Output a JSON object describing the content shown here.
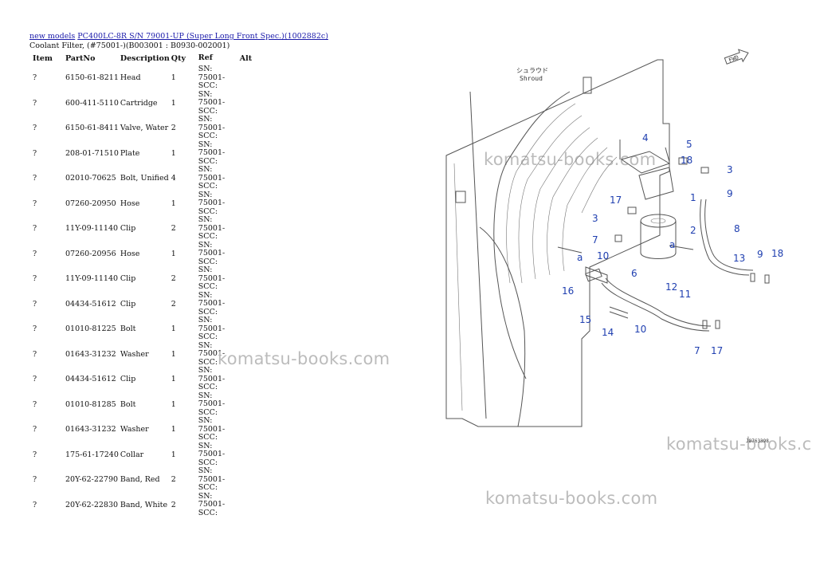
{
  "breadcrumb": {
    "root_link": "new models",
    "model_link": "PC400LC-8R S/N 79001-UP (Super Long Front Spec.)(1002882c)"
  },
  "subtitle": "Coolant Filter, (#75001-)(B003001 : B0930-002001)",
  "table": {
    "headers": [
      "Item",
      "PartNo",
      "Description",
      "Qty",
      "Ref",
      "Alt"
    ],
    "rows": [
      {
        "item": "?",
        "part": "6150-61-8211",
        "desc": "Head",
        "qty": "1",
        "ref": "SN: 75001-SCC:",
        "alt": ""
      },
      {
        "item": "?",
        "part": "600-411-5110",
        "desc": "Cartridge",
        "qty": "1",
        "ref": "SN: 75001-SCC:",
        "alt": ""
      },
      {
        "item": "?",
        "part": "6150-61-8411",
        "desc": "Valve, Water",
        "qty": "2",
        "ref": "SN: 75001-SCC:",
        "alt": ""
      },
      {
        "item": "?",
        "part": "208-01-71510",
        "desc": "Plate",
        "qty": "1",
        "ref": "SN: 75001-SCC:",
        "alt": ""
      },
      {
        "item": "?",
        "part": "02010-70625",
        "desc": "Bolt, Unified",
        "qty": "4",
        "ref": "SN: 75001-SCC:",
        "alt": ""
      },
      {
        "item": "?",
        "part": "07260-20950",
        "desc": "Hose",
        "qty": "1",
        "ref": "SN: 75001-SCC:",
        "alt": ""
      },
      {
        "item": "?",
        "part": "11Y-09-11140",
        "desc": "Clip",
        "qty": "2",
        "ref": "SN: 75001-SCC:",
        "alt": ""
      },
      {
        "item": "?",
        "part": "07260-20956",
        "desc": "Hose",
        "qty": "1",
        "ref": "SN: 75001-SCC:",
        "alt": ""
      },
      {
        "item": "?",
        "part": "11Y-09-11140",
        "desc": "Clip",
        "qty": "2",
        "ref": "SN: 75001-SCC:",
        "alt": ""
      },
      {
        "item": "?",
        "part": "04434-51612",
        "desc": "Clip",
        "qty": "2",
        "ref": "SN: 75001-SCC:",
        "alt": ""
      },
      {
        "item": "?",
        "part": "01010-81225",
        "desc": "Bolt",
        "qty": "1",
        "ref": "SN: 75001-SCC:",
        "alt": ""
      },
      {
        "item": "?",
        "part": "01643-31232",
        "desc": "Washer",
        "qty": "1",
        "ref": "SN: 75001-SCC:",
        "alt": ""
      },
      {
        "item": "?",
        "part": "04434-51612",
        "desc": "Clip",
        "qty": "1",
        "ref": "SN: 75001-SCC:",
        "alt": ""
      },
      {
        "item": "?",
        "part": "01010-81285",
        "desc": "Bolt",
        "qty": "1",
        "ref": "SN: 75001-SCC:",
        "alt": ""
      },
      {
        "item": "?",
        "part": "01643-31232",
        "desc": "Washer",
        "qty": "1",
        "ref": "SN: 75001-SCC:",
        "alt": ""
      },
      {
        "item": "?",
        "part": "175-61-17240",
        "desc": "Collar",
        "qty": "1",
        "ref": "SN: 75001-SCC:",
        "alt": ""
      },
      {
        "item": "?",
        "part": "20Y-62-22790",
        "desc": "Band, Red",
        "qty": "2",
        "ref": "SN: 75001-SCC:",
        "alt": ""
      },
      {
        "item": "?",
        "part": "20Y-62-22830",
        "desc": "Band, White",
        "qty": "2",
        "ref": "SN: 75001-SCC:",
        "alt": ""
      }
    ]
  },
  "watermarks": [
    "komatsu-books.com",
    "komatsu-books.com",
    "komatsu-books.c",
    "komatsu-books.com"
  ],
  "diagram": {
    "shroud_jp": "シュラウド",
    "shroud_en": "Shroud",
    "fwd": "FWD",
    "drawing_no": "J8763398",
    "callouts": [
      "4",
      "5",
      "18",
      "3",
      "1",
      "9",
      "17",
      "3",
      "2",
      "8",
      "7",
      "a",
      "10",
      "6",
      "9",
      "18",
      "13",
      "a",
      "16",
      "12",
      "11",
      "15",
      "14",
      "10",
      "7",
      "17"
    ]
  },
  "colors": {
    "link": "#1a1aaa",
    "callout": "#1f3fb0",
    "watermark": "#bcbcbc"
  }
}
